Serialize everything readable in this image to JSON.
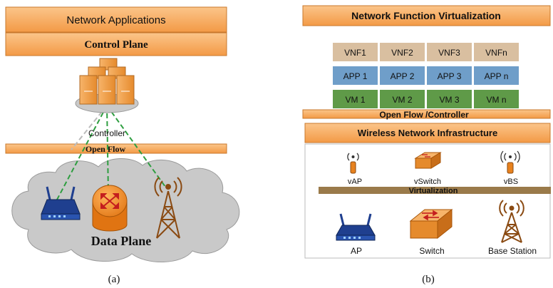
{
  "panel_a": {
    "network_applications": "Network Applications",
    "control_plane": "Control Plane",
    "controller_label": "Controller",
    "open_flow": "Open Flow",
    "data_plane": "Data Plane",
    "caption": "(a)"
  },
  "panel_b": {
    "nfv_title": "Network Function Virtualization",
    "vnf_row": [
      "VNF1",
      "VNF2",
      "VNF3",
      "VNFn"
    ],
    "app_row": [
      "APP 1",
      "APP 2",
      "APP 3",
      "APP n"
    ],
    "vm_row": [
      "VM 1",
      "VM 2",
      "VM 3",
      "VM n"
    ],
    "openflow_controller": "Open Flow /Controller",
    "wni_title": "Wireless Network Infrastructure",
    "virtual_devices": [
      "vAP",
      "vSwitch",
      "vBS"
    ],
    "virtualization": "Virtualization",
    "physical_devices": [
      "AP",
      "Switch",
      "Base Station"
    ],
    "caption": "(b)"
  },
  "colors": {
    "orange_bar": "#f7a860",
    "orange_border": "#c8782c",
    "vnf_fill": "#d9bfa0",
    "app_fill": "#6f9ec9",
    "vm_fill": "#5f9a48",
    "cloud_fill": "#c9c9c9",
    "virtualization_bar": "#9a7a4a",
    "green_link": "#2e9e40",
    "router_blue": "#1f3f8f"
  }
}
